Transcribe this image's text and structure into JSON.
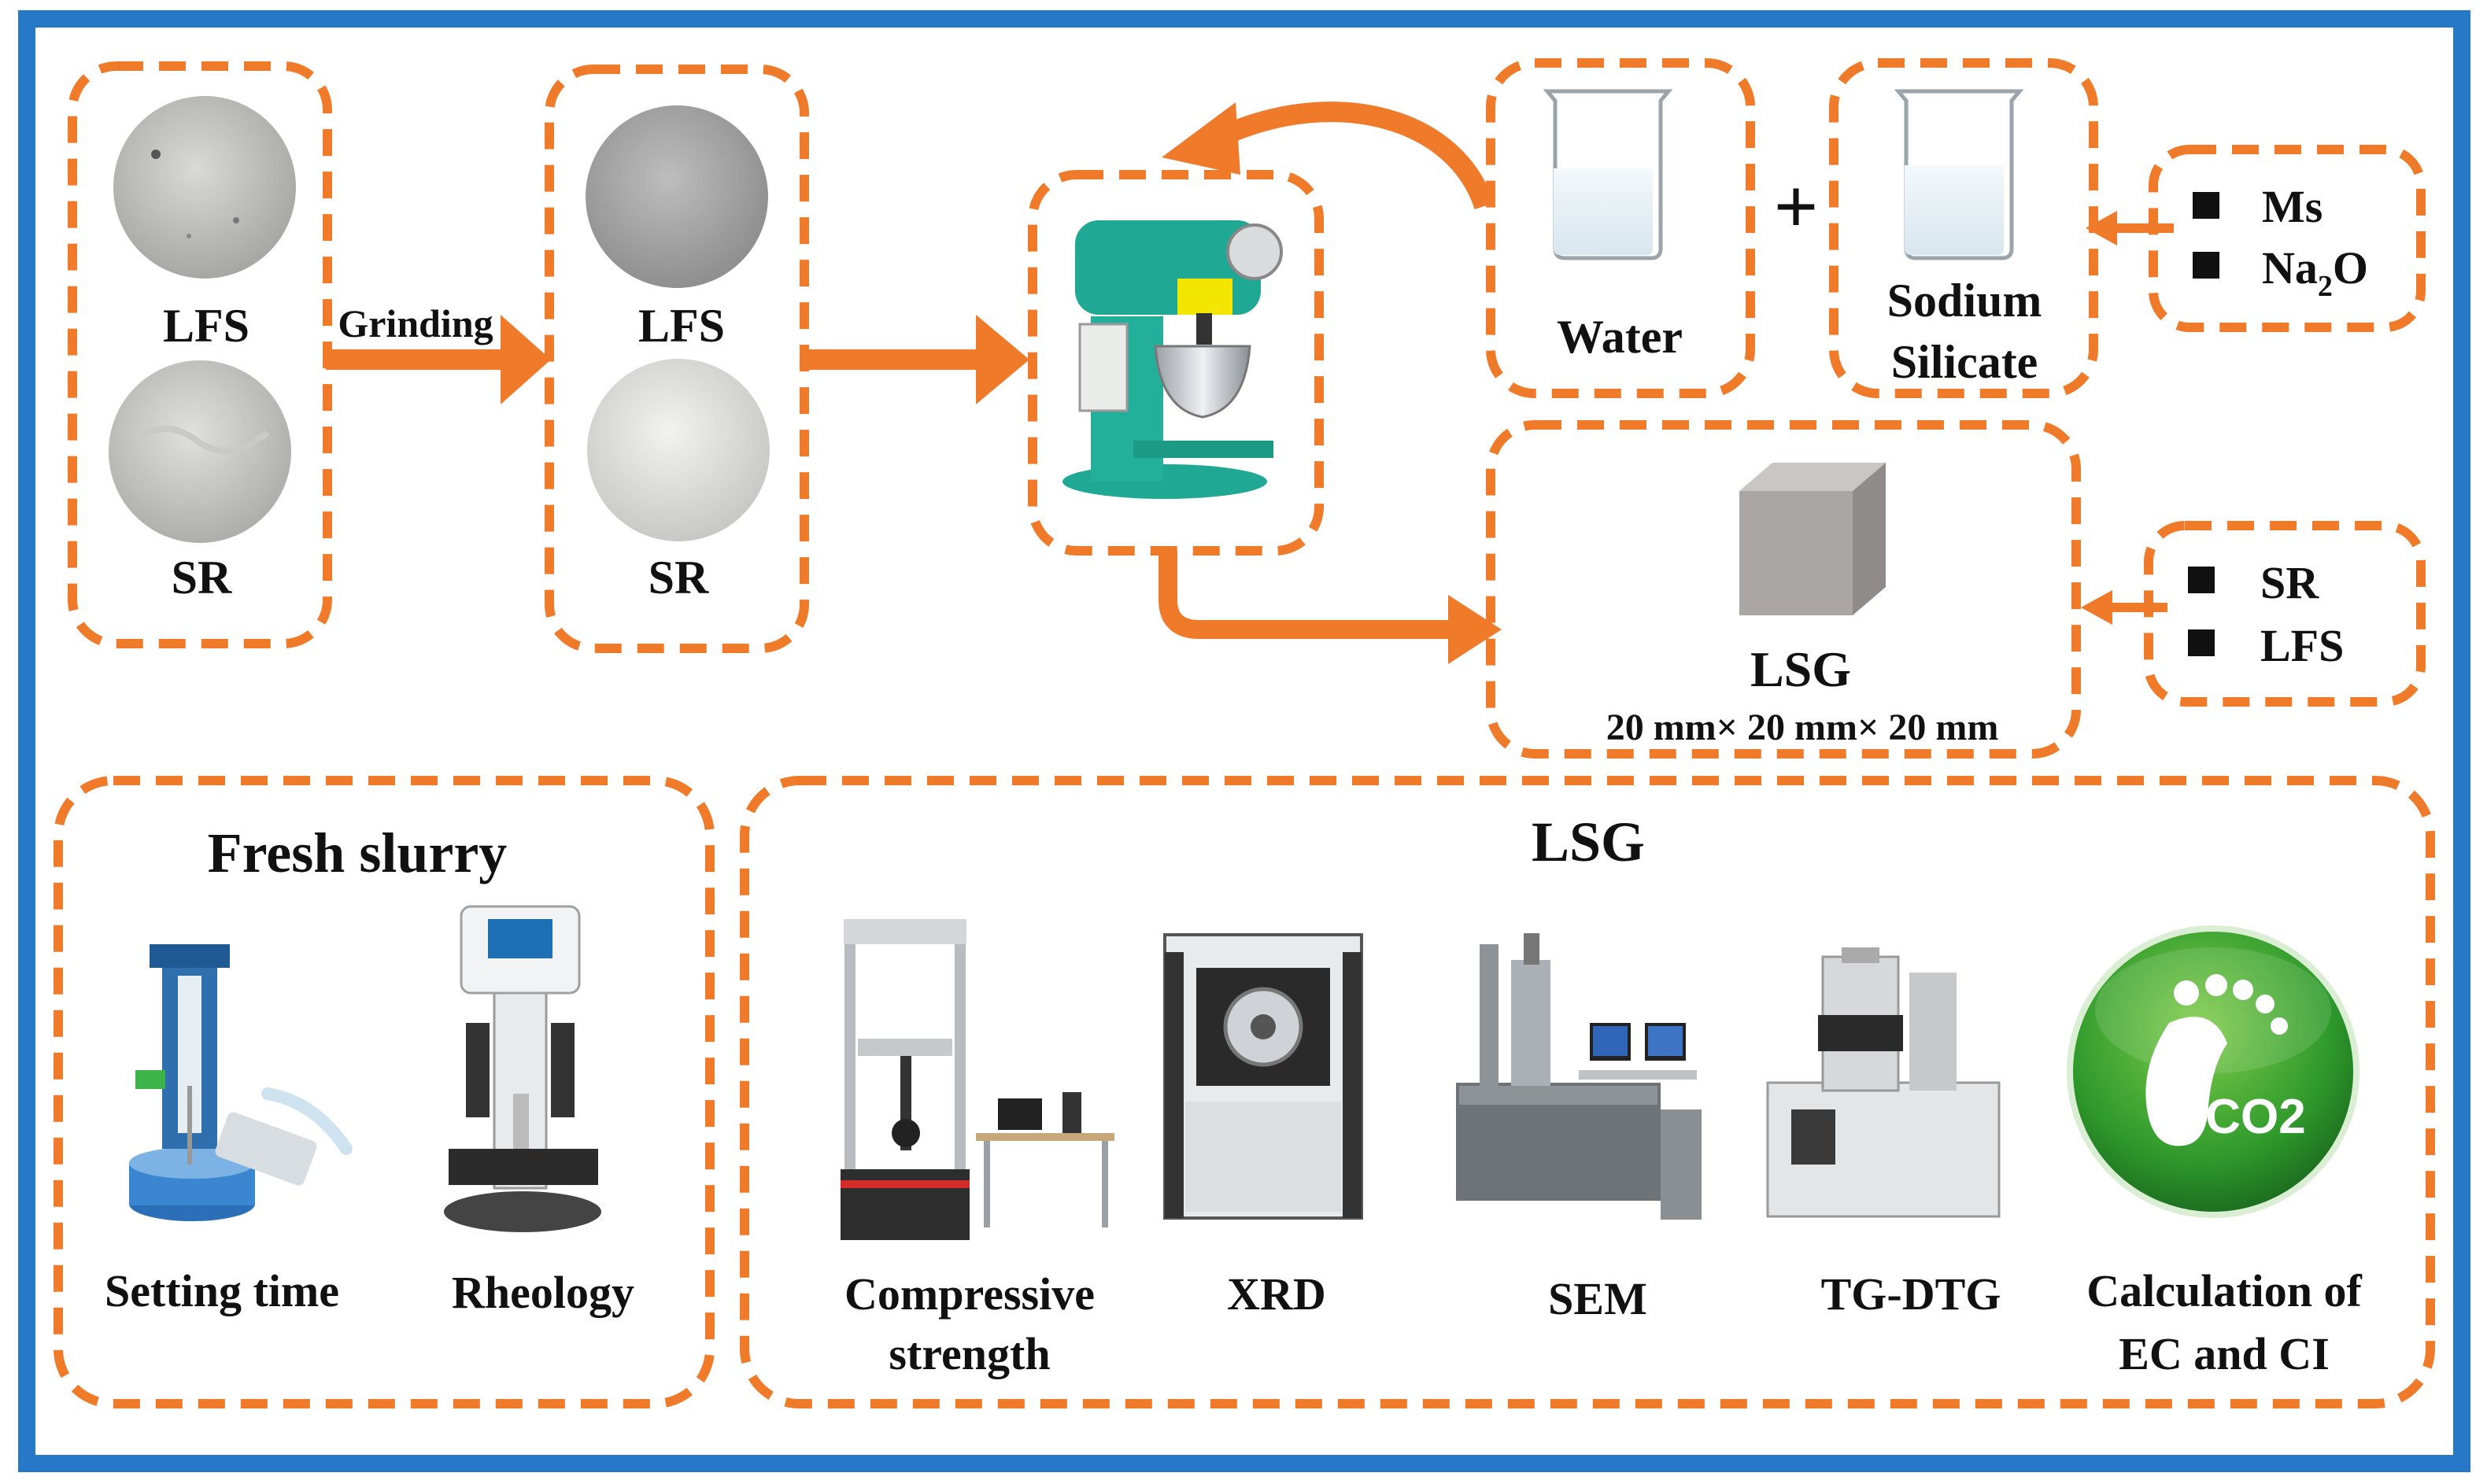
{
  "colors": {
    "frame": "#2878c8",
    "accent": "#ef7b2a",
    "text": "#111111"
  },
  "raw_materials": {
    "label_top": "LFS",
    "label_bottom": "SR"
  },
  "grinding": {
    "label": "Grinding"
  },
  "ground_materials": {
    "label_top": "LFS",
    "label_bottom": "SR"
  },
  "water": {
    "label": "Water"
  },
  "plus": {
    "symbol": "+"
  },
  "sodium_silicate": {
    "label_line1": "Sodium",
    "label_line2": "Silicate"
  },
  "activator_params": {
    "item1": "Ms",
    "item2_main": "Na",
    "item2_sub": "2",
    "item2_tail": "O"
  },
  "lsg_specimen": {
    "label": "LSG",
    "dimensions": "20 mm× 20 mm× 20 mm"
  },
  "lsg_params": {
    "item1": "SR",
    "item2": "LFS"
  },
  "fresh_slurry": {
    "title": "Fresh slurry",
    "test1": "Setting time",
    "test2": "Rheology"
  },
  "lsg_tests": {
    "title": "LSG",
    "test1_line1": "Compressive",
    "test1_line2": "strength",
    "test2": "XRD",
    "test3": "SEM",
    "test4": "TG-DTG",
    "test5_line1": "Calculation of",
    "test5_line2": "EC and CI"
  },
  "co2_logo": {
    "text": "CO2"
  },
  "icons": [
    "lfs-powder-icon",
    "sr-powder-icon",
    "ground-lfs-icon",
    "ground-sr-icon",
    "mixer-icon",
    "water-beaker-icon",
    "sodium-silicate-beaker-icon",
    "cube-icon",
    "vicat-apparatus-icon",
    "rheometer-icon",
    "universal-testing-machine-icon",
    "xrd-instrument-icon",
    "sem-instrument-icon",
    "tg-dtg-instrument-icon",
    "co2-footprint-icon"
  ]
}
